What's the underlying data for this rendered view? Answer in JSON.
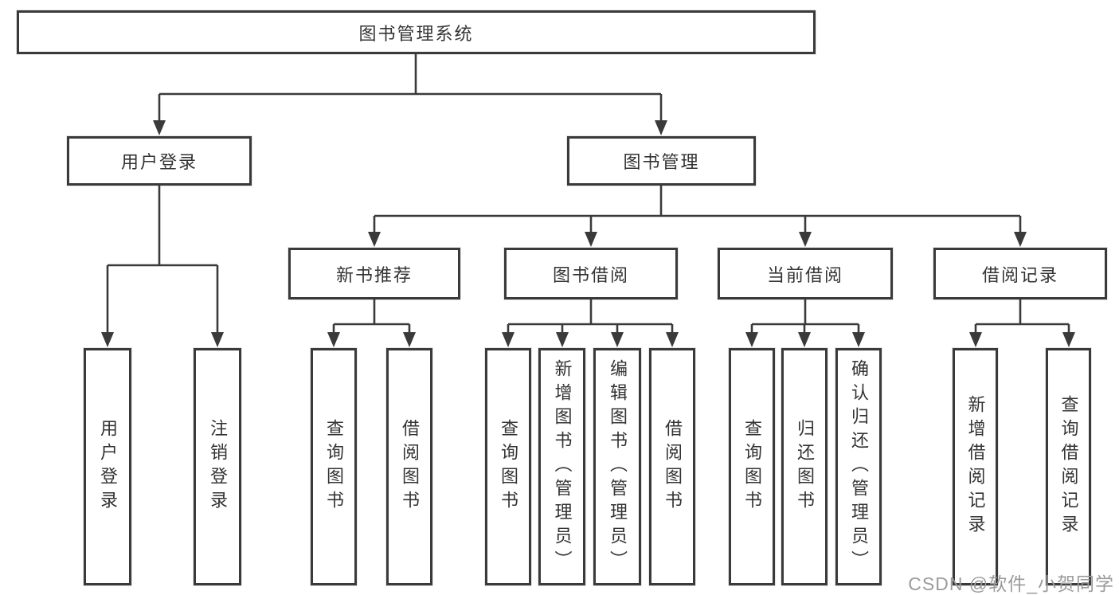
{
  "diagram": {
    "tree": {
      "root": {
        "label": "图书管理系统",
        "children": [
          {
            "label": "用户登录",
            "children": [
              {
                "label": "用户登录"
              },
              {
                "label": "注销登录"
              }
            ]
          },
          {
            "label": "图书管理",
            "children": [
              {
                "label": "新书推荐",
                "children": [
                  {
                    "label": "查询图书"
                  },
                  {
                    "label": "借阅图书"
                  }
                ]
              },
              {
                "label": "图书借阅",
                "children": [
                  {
                    "label": "查询图书"
                  },
                  {
                    "label": "新增图书（管理员）"
                  },
                  {
                    "label": "编辑图书（管理员）"
                  },
                  {
                    "label": "借阅图书"
                  }
                ]
              },
              {
                "label": "当前借阅",
                "children": [
                  {
                    "label": "查询图书"
                  },
                  {
                    "label": "归还图书"
                  },
                  {
                    "label": "确认归还（管理员）"
                  }
                ]
              },
              {
                "label": "借阅记录",
                "children": [
                  {
                    "label": "新增借阅记录"
                  },
                  {
                    "label": "查询借阅记录"
                  }
                ]
              }
            ]
          }
        ]
      }
    },
    "colors": {
      "line": "#3a3a3a",
      "box_fill": "#ffffff",
      "text": "#333333",
      "watermark": "#9b9b9b"
    }
  },
  "watermark": {
    "text": "CSDN @软件_小贺同学"
  }
}
